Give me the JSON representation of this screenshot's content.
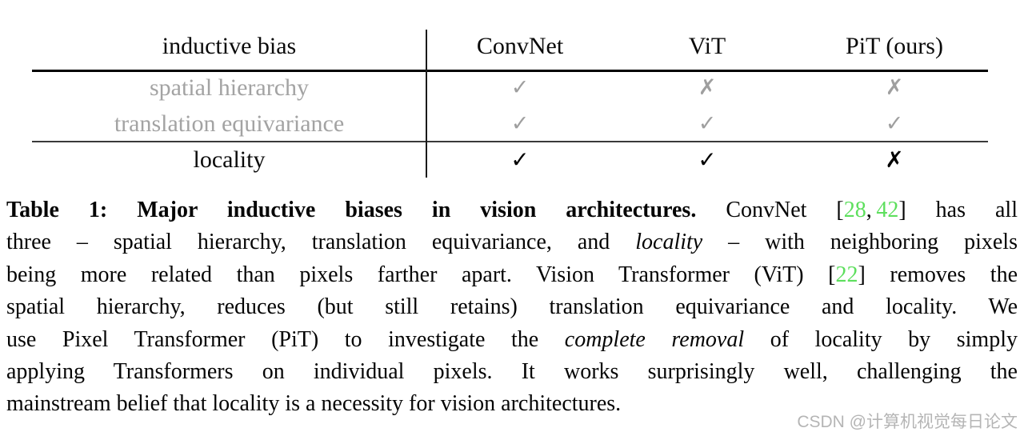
{
  "table": {
    "header": [
      "inductive bias",
      "ConvNet",
      "ViT",
      "PiT (ours)"
    ],
    "rows": [
      {
        "label": "spatial hierarchy",
        "cells": [
          "✓",
          "✗",
          "✗"
        ]
      },
      {
        "label": "translation equivariance",
        "cells": [
          "✓",
          "✓",
          "✓"
        ]
      },
      {
        "label": "locality",
        "cells": [
          "✓",
          "✓",
          "✗"
        ]
      }
    ]
  },
  "caption": {
    "l1_bold": "Table 1: Major inductive biases in vision architectures.",
    "l1_a": " ConvNet [",
    "l1_cite1": "28",
    "l1_comma": ", ",
    "l1_cite2": "42",
    "l1_b": "] has all",
    "l2_a": "three – spatial hierarchy, translation equivariance, and ",
    "l2_it": "locality",
    "l2_b": " – with neighboring pixels",
    "l3_a": "being more related than pixels farther apart. Vision Transformer (ViT) [",
    "l3_cite": "22",
    "l3_b": "] removes the",
    "l4": "spatial hierarchy, reduces (but still retains) translation equivariance and locality. We",
    "l5_a": "use Pixel Transformer (PiT) to investigate the ",
    "l5_it": "complete removal",
    "l5_b": " of locality by simply",
    "l6": "applying Transformers on individual pixels. It works surprisingly well, challenging the",
    "l7": "mainstream belief that locality is a necessity for vision architectures."
  },
  "watermark": "CSDN @计算机视觉每日论文",
  "colors": {
    "citation_green": "#5ddf5d",
    "muted_gray": "#a3a3a3",
    "watermark_gray": "#b5b5b5"
  }
}
